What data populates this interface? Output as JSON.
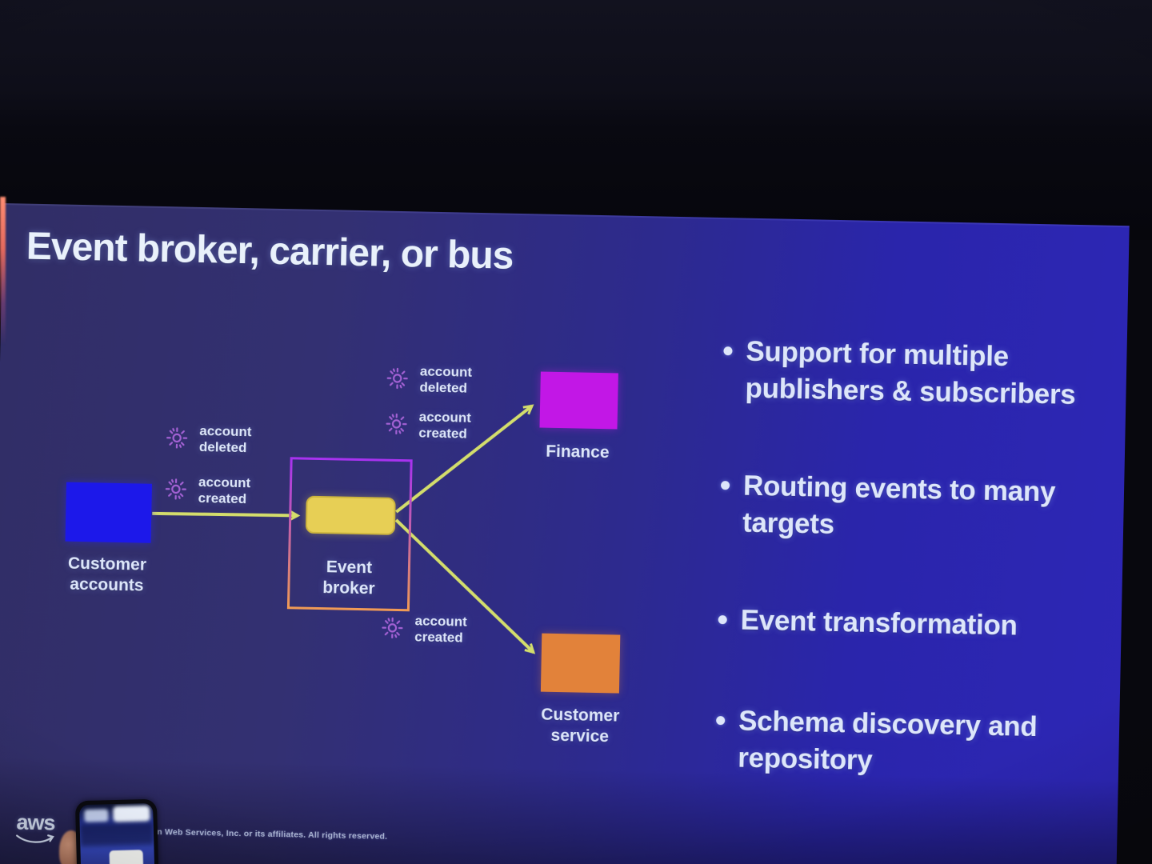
{
  "slide": {
    "title": "Event broker, carrier, or bus",
    "bullets": [
      "Support for multiple\npublishers & subscribers",
      "Routing events to many\ntargets",
      "Event transformation",
      "Schema discovery and\nrepository"
    ],
    "diagram": {
      "source": {
        "label": "Customer\naccounts"
      },
      "broker": {
        "label": "Event\nbroker"
      },
      "targets": [
        {
          "label": "Finance"
        },
        {
          "label": "Customer\nservice"
        }
      ],
      "events": [
        {
          "label": "account\ndeleted"
        },
        {
          "label": "account\ncreated"
        },
        {
          "label": "account\ndeleted"
        },
        {
          "label": "account\ncreated"
        },
        {
          "label": "account\ncreated"
        }
      ],
      "colors": {
        "source_box": "#1c18ea",
        "broker_box": "#e7cf55",
        "finance_box": "#c217e6",
        "customer_service_box": "#e2823a",
        "broker_frame_top": "#a832f0",
        "broker_frame_bottom": "#f09a55",
        "arrow": "#dde76a",
        "event_icon": "#a361d4",
        "slide_background_left": "#312e66",
        "slide_background_right": "#2d26b6",
        "text": "#dde6fa"
      }
    },
    "footer": {
      "logo_text": "aws",
      "copyright": "n Web Services, Inc. or its affiliates. All rights reserved."
    }
  }
}
